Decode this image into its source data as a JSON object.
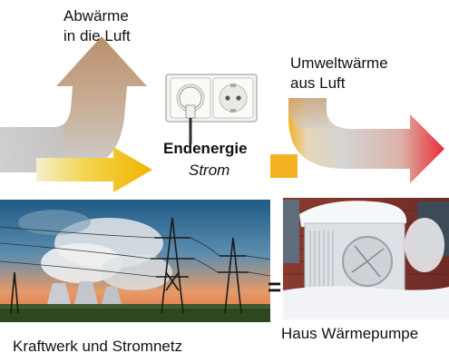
{
  "labels": {
    "waste_heat_line1": "Abwärme",
    "waste_heat_line2": "in die Luft",
    "ambient_heat_line1": "Umweltwärme",
    "ambient_heat_line2": "aus Luft",
    "final_energy": "Endenergie",
    "electricity": "Strom",
    "equals": "=",
    "power_plant_caption": "Kraftwerk und Stromnetz",
    "heat_pump_caption": "Haus Wärmepumpe"
  },
  "colors": {
    "gray_arrow": "#c9c9c9",
    "waste_heat_top": "#c9a98a",
    "electric_yellow": "#f5c21c",
    "ambient_red": "#e8323a",
    "ambient_tan": "#c8a07e"
  },
  "icons": [
    "power-socket-icon",
    "power-plant-photo",
    "heat-pump-photo"
  ]
}
